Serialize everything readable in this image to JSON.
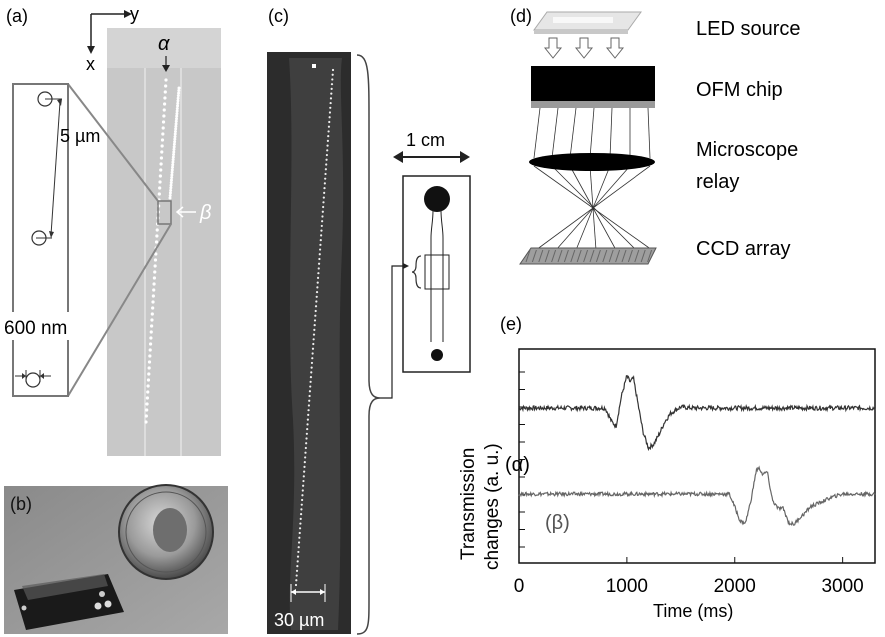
{
  "panel_a": {
    "label": "(a)",
    "axis_x": "x",
    "axis_y": "y",
    "alpha": "α",
    "beta": "β",
    "spacing": "5 µm",
    "size": "600 nm"
  },
  "panel_b": {
    "label": "(b)"
  },
  "panel_c": {
    "label": "(c)",
    "scale": "30 µm",
    "width_label": "1 cm"
  },
  "panel_d": {
    "label": "(d)",
    "led": "LED source",
    "ofm": "OFM chip",
    "relay_1": "Microscope",
    "relay_2": "relay",
    "ccd": "CCD array"
  },
  "panel_e": {
    "label": "(e)"
  },
  "chart_data": {
    "type": "line",
    "xlabel": "Time (ms)",
    "ylabel_1": "Transmission",
    "ylabel_2": "changes (a. u.)",
    "xlim": [
      0,
      3300
    ],
    "xticks": [
      "0",
      "1000",
      "2000",
      "3000"
    ],
    "series": [
      {
        "name": "(α)",
        "x": [
          0,
          800,
          860,
          900,
          950,
          1000,
          1030,
          1060,
          1100,
          1150,
          1200,
          1250,
          1300,
          1350,
          1400,
          1450,
          1500,
          1600,
          3300
        ],
        "y": [
          0.0,
          0.0,
          -0.7,
          -0.9,
          0.6,
          1.6,
          1.3,
          1.5,
          0.3,
          -1.2,
          -2.0,
          -1.8,
          -1.3,
          -0.7,
          -0.3,
          -0.1,
          0.05,
          0.0,
          0.0
        ]
      },
      {
        "name": "(β)",
        "x": [
          0,
          1950,
          2000,
          2050,
          2100,
          2150,
          2200,
          2230,
          2260,
          2300,
          2350,
          2400,
          2450,
          2500,
          2550,
          2600,
          2650,
          2700,
          2800,
          2900,
          3000,
          3300
        ],
        "y": [
          0.0,
          0.0,
          -0.8,
          -1.7,
          -1.8,
          -0.4,
          1.5,
          1.6,
          1.2,
          1.4,
          -0.4,
          -0.9,
          -0.9,
          -1.8,
          -1.9,
          -1.5,
          -1.2,
          -0.8,
          -0.5,
          -0.2,
          0.0,
          0.0
        ]
      }
    ]
  }
}
